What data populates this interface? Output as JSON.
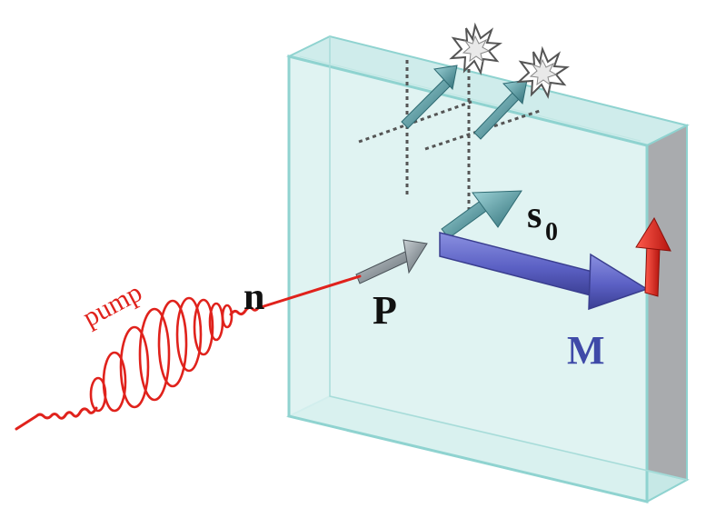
{
  "labels": {
    "pump": "pump",
    "n": "n",
    "P": "P",
    "s0_base": "s",
    "s0_sub": "0",
    "M": "M"
  },
  "colors": {
    "pump": "#e0221c",
    "slab_face": "#d8efee",
    "slab_edge": "#8fd3d0",
    "slab_side": "#a9abae",
    "M_arrow": "#5b60c4",
    "M_text": "#3f4aa8",
    "spin_arrow": "#3f8a93",
    "P_arrow": "#7b858c",
    "magnetization_arrow": "#d0201a",
    "text_dark": "#111111",
    "dotted": "#555555"
  },
  "icons": [
    "burst-icon",
    "burst-icon"
  ]
}
